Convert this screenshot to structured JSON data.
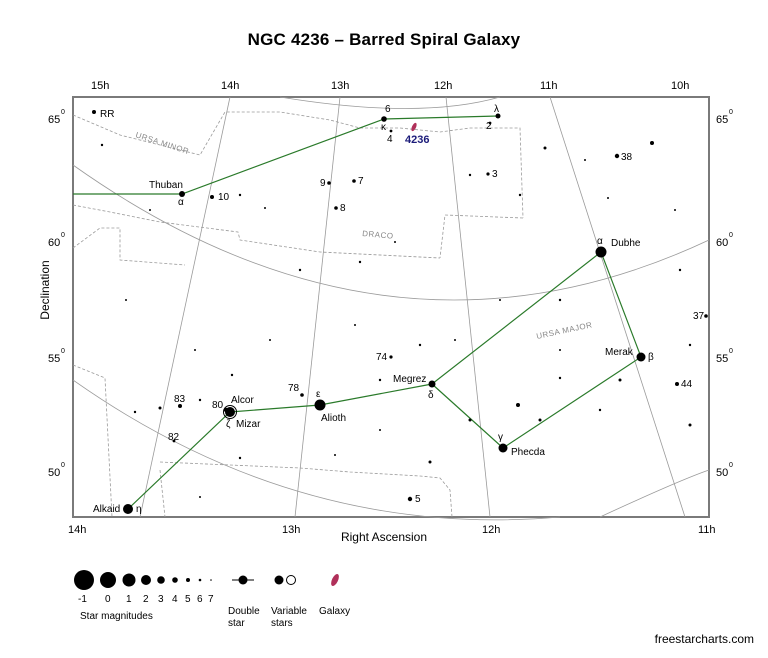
{
  "title": "NGC 4236 – Barred Spiral Galaxy",
  "axes": {
    "x_label": "Right Ascension",
    "y_label": "Declination",
    "top_ra_ticks": [
      "15h",
      "14h",
      "13h",
      "12h",
      "11h",
      "10h"
    ],
    "bottom_ra_ticks": [
      "14h",
      "13h",
      "12h",
      "11h"
    ],
    "left_dec_ticks": [
      "65",
      "60",
      "55",
      "50"
    ],
    "right_dec_ticks": [
      "65",
      "60",
      "55",
      "50"
    ],
    "degree_mark": "0"
  },
  "constellations": [
    "URSA MINOR",
    "DRACO",
    "URSA MAJOR"
  ],
  "target": {
    "label": "4236",
    "color": "#b0305a"
  },
  "stars": [
    {
      "label": "Thuban",
      "greek": "α"
    },
    {
      "label": "Dubhe",
      "greek": "α"
    },
    {
      "label": "Merak",
      "greek": "β"
    },
    {
      "label": "Phecda",
      "greek": "γ"
    },
    {
      "label": "Megrez",
      "greek": "δ"
    },
    {
      "label": "Alioth",
      "greek": "ε"
    },
    {
      "label": "Mizar",
      "greek": "ζ"
    },
    {
      "label": "Alcor",
      "greek": ""
    },
    {
      "label": "Alkaid",
      "greek": "η"
    }
  ],
  "numbered_stars": [
    "RR",
    "10",
    "9",
    "7",
    "8",
    "6",
    "4",
    "2",
    "3",
    "38",
    "37",
    "44",
    "74",
    "78",
    "80",
    "83",
    "82",
    "5"
  ],
  "draco_greek": [
    "κ",
    "λ"
  ],
  "legend": {
    "magnitudes": [
      "-1",
      "0",
      "1",
      "2",
      "3",
      "4",
      "5",
      "6",
      "7"
    ],
    "magnitude_label": "Star magnitudes",
    "double_label": [
      "Double",
      "star"
    ],
    "variable_label": [
      "Variable",
      "stars"
    ],
    "galaxy_label": "Galaxy"
  },
  "credit": "freestarcharts.com",
  "colors": {
    "stick": "#2a7a2a",
    "grid": "#9a9a9a",
    "boundary": "#9a9a9a",
    "frame": "#7a7a7a",
    "target": "#1c1c7a"
  }
}
